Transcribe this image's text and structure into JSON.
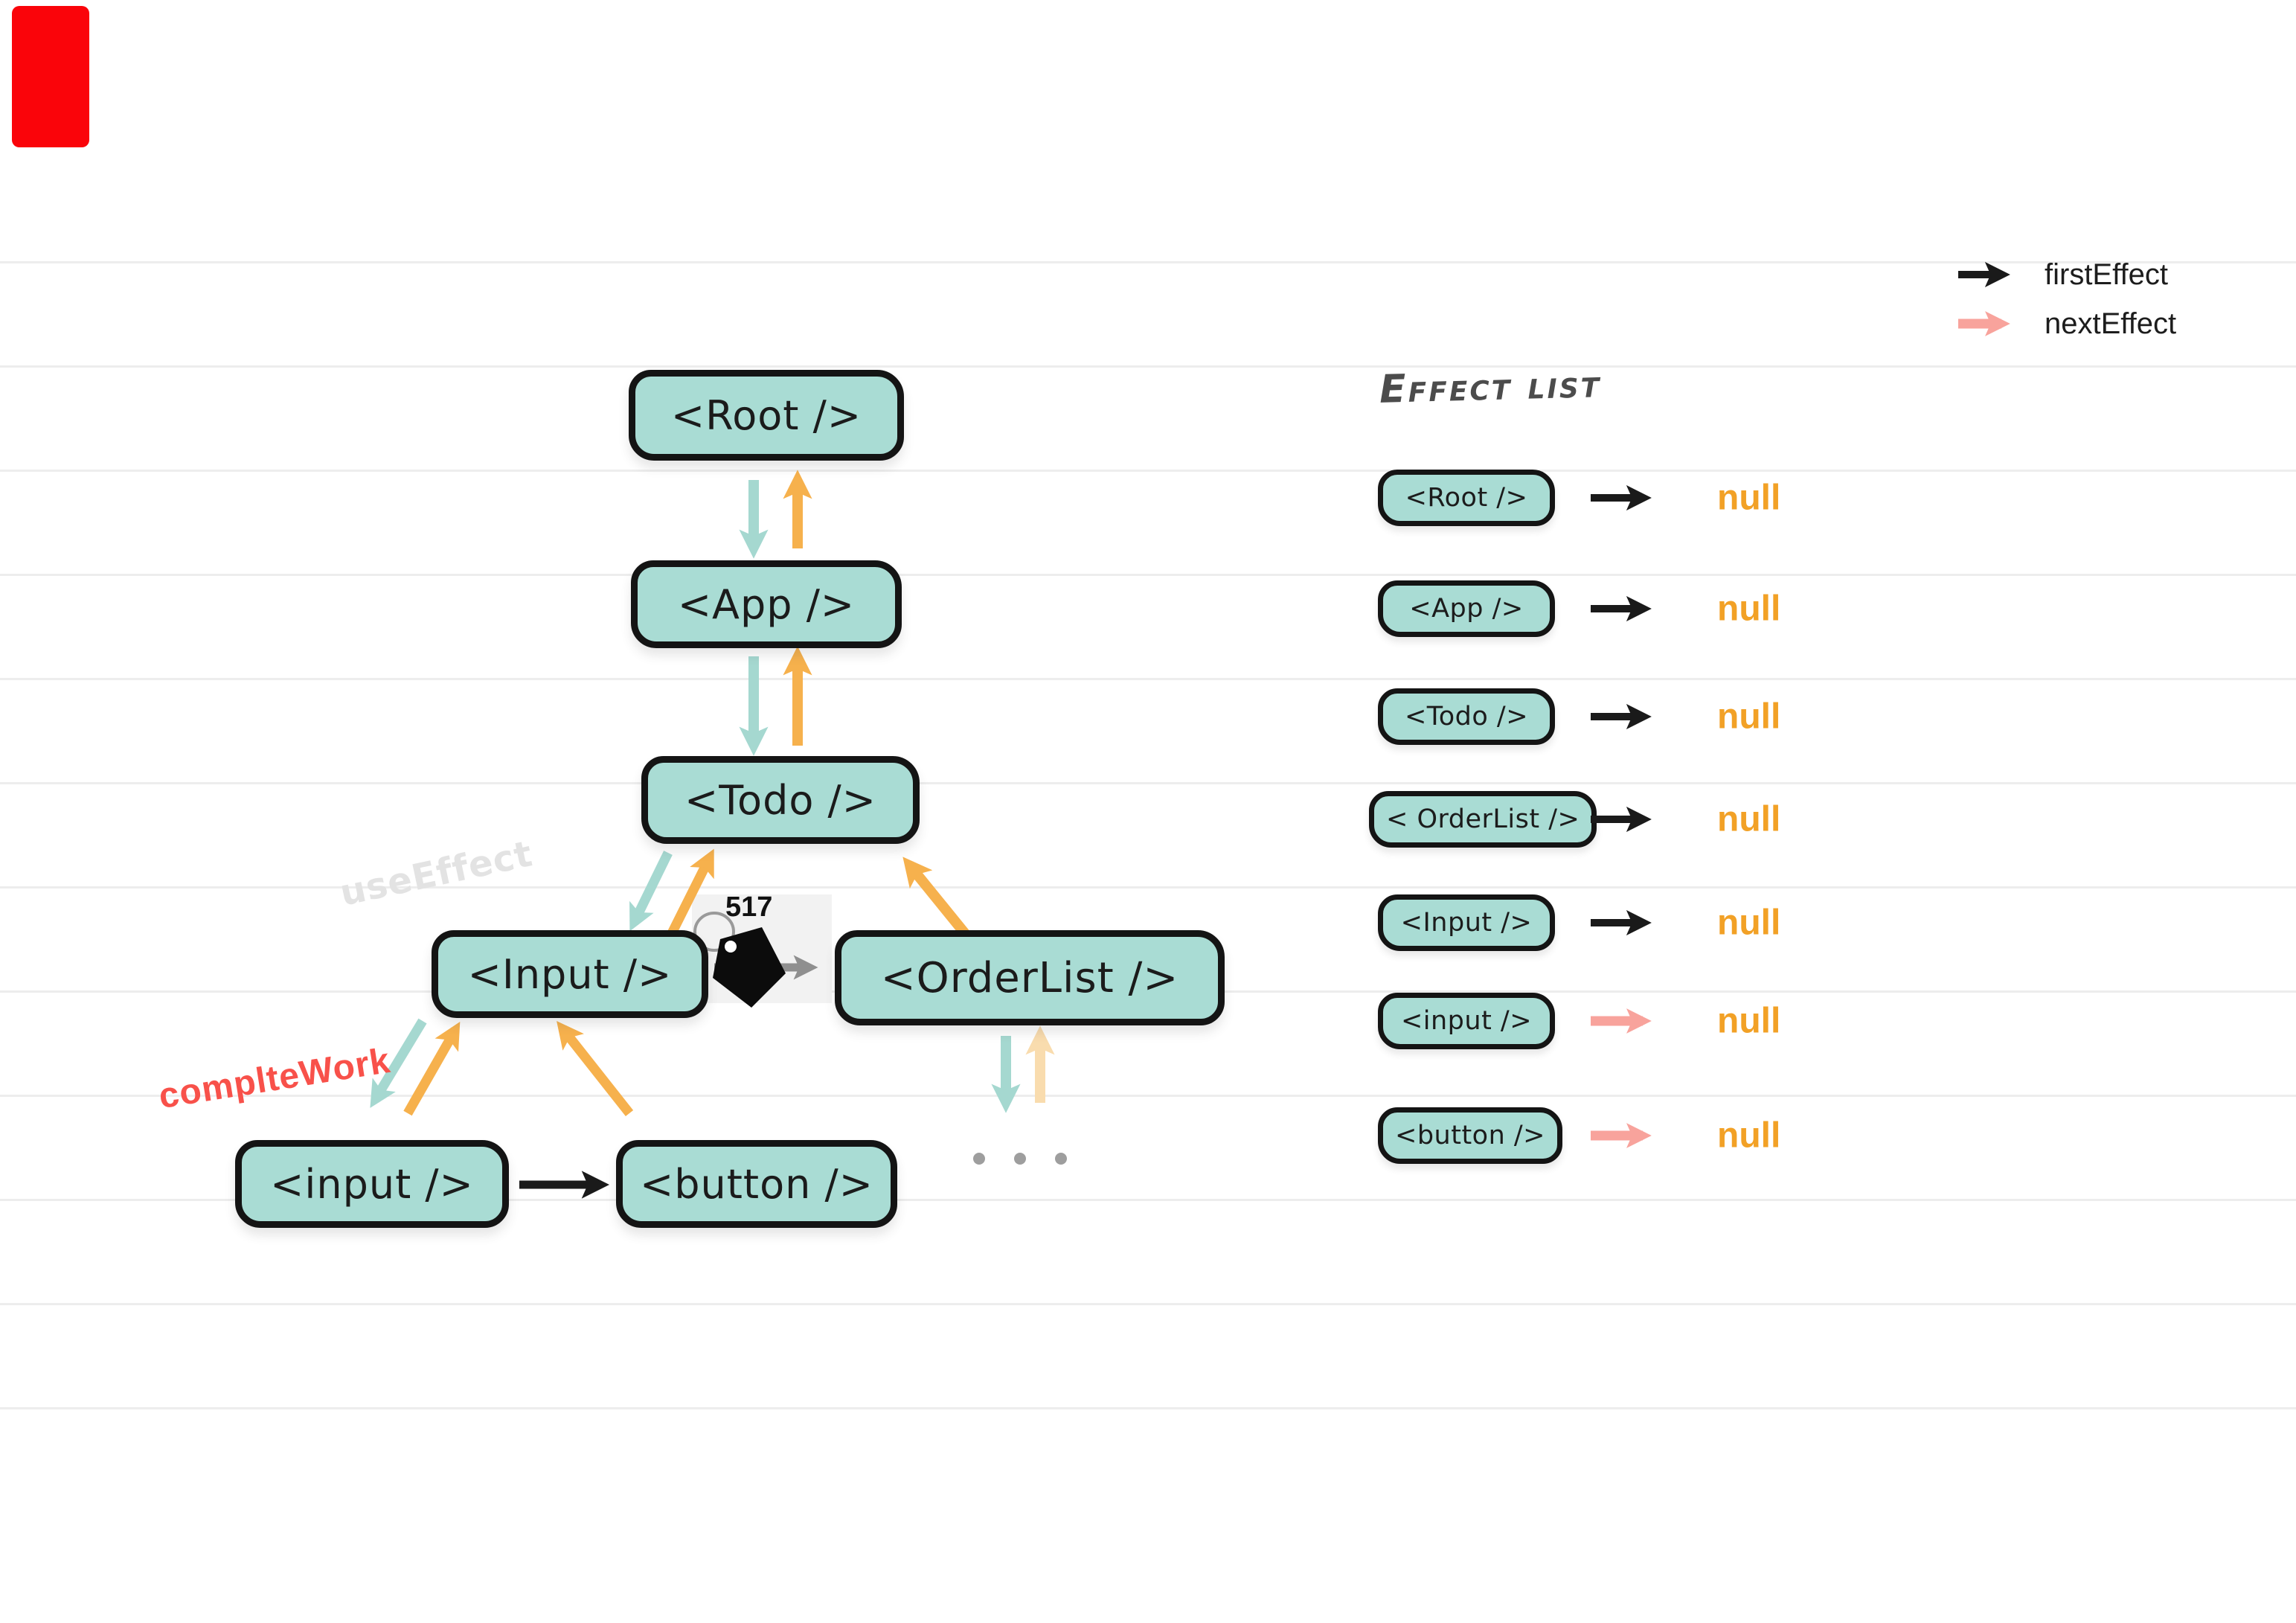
{
  "legend": {
    "items": [
      {
        "id": "first",
        "label": "firstEffect"
      },
      {
        "id": "next",
        "label": "nextEffect"
      }
    ]
  },
  "tree": {
    "nodes": [
      {
        "id": "root",
        "label": "<Root />"
      },
      {
        "id": "app",
        "label": "<App />"
      },
      {
        "id": "todo",
        "label": "<Todo />"
      },
      {
        "id": "input-comp",
        "label": "<Input />"
      },
      {
        "id": "orderlist",
        "label": "<OrderList />"
      },
      {
        "id": "input-el",
        "label": "<input />"
      },
      {
        "id": "button-el",
        "label": "<button />"
      }
    ],
    "labels": {
      "use_effect": "useEffect",
      "complete_work": "complteWork",
      "tag": "517"
    }
  },
  "effect_list": {
    "title": "Effect list",
    "null_label": "null",
    "rows": [
      {
        "node": "<Root />",
        "arrow": "first"
      },
      {
        "node": "<App />",
        "arrow": "first"
      },
      {
        "node": "<Todo />",
        "arrow": "first"
      },
      {
        "node": "< OrderList />",
        "arrow": "first"
      },
      {
        "node": "<Input />",
        "arrow": "first"
      },
      {
        "node": "<input />",
        "arrow": "next"
      },
      {
        "node": "<button />",
        "arrow": "next"
      }
    ]
  },
  "colors": {
    "node_fill": "#a9dcd4",
    "node_border": "#141414",
    "first_effect_arrow": "#1a1a1a",
    "next_effect_arrow": "#f8a39c",
    "traverse_down_arrow": "#a5d8d0",
    "traverse_up_arrow": "#f6b14d",
    "faded_up_arrow": "#f9dcae",
    "null_value": "#f2a126",
    "complete_work_label": "#f8514a",
    "marker_red": "#fa040a"
  }
}
